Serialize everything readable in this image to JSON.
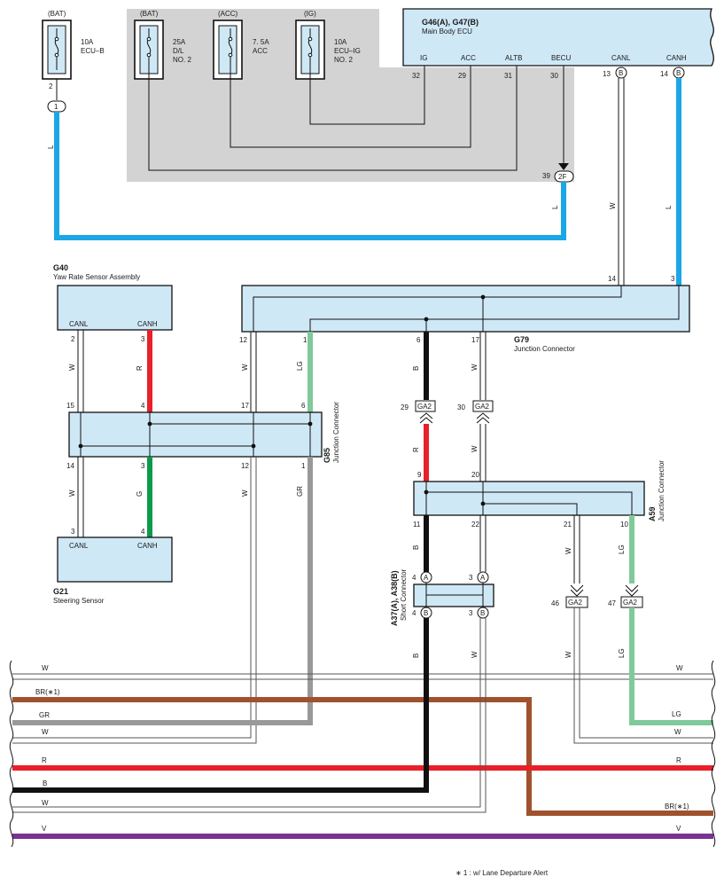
{
  "colors": {
    "L": "#1aa7e6",
    "R": "#e8202a",
    "B": "#111111",
    "G": "#0a9a4c",
    "LG": "#80c99a",
    "GR": "#999999",
    "BR": "#a0522d",
    "V": "#7b3294",
    "W": "#ffffff",
    "component_fill": "#cfe8f6",
    "shade": "#d3d3d3"
  },
  "fuses": [
    {
      "source": "(BAT)",
      "rating": "10A",
      "name1": "ECU–B",
      "name2": "",
      "name3": ""
    },
    {
      "source": "(BAT)",
      "rating": "25A",
      "name1": "D/L",
      "name2": "NO. 2",
      "name3": ""
    },
    {
      "source": "(ACC)",
      "rating": "7. 5A",
      "name1": "ACC",
      "name2": "",
      "name3": ""
    },
    {
      "source": "(IG)",
      "rating": "10A",
      "name1": "ECU–IG",
      "name2": "NO. 2",
      "name3": ""
    }
  ],
  "ecu": {
    "code": "G46(A), G47(B)",
    "name": "Main Body ECU",
    "terminals": [
      {
        "label": "IG",
        "pin": "32"
      },
      {
        "label": "ACC",
        "pin": "29"
      },
      {
        "label": "ALTB",
        "pin": "31"
      },
      {
        "label": "BECU",
        "pin": "30"
      },
      {
        "label": "CANL",
        "pin": "13",
        "conn": "B"
      },
      {
        "label": "CANH",
        "pin": "14",
        "conn": "B"
      }
    ],
    "becu_conn": {
      "pin": "39",
      "code": "2F"
    }
  },
  "ecub_conn": {
    "pin": "2",
    "code": "1"
  },
  "g40": {
    "code": "G40",
    "name": "Yaw Rate Sensor Assembly",
    "canl": "CANL",
    "canh": "CANH",
    "canl_pin": "2",
    "canh_pin": "3"
  },
  "g79": {
    "code": "G79",
    "name": "Junction Connector",
    "pins": {
      "p14": "14",
      "p3": "3",
      "p12": "12",
      "p1": "1",
      "p6": "6",
      "p17": "17"
    }
  },
  "g85": {
    "code": "G85",
    "name": "Junction Connector",
    "pins": {
      "p15": "15",
      "p4": "4",
      "p17": "17",
      "p6": "6",
      "p14": "14",
      "p3": "3",
      "p12": "12",
      "p1": "1"
    }
  },
  "g21": {
    "code": "G21",
    "name": "Steering Sensor",
    "canl": "CANL",
    "canh": "CANH",
    "canl_pin": "3",
    "canh_pin": "4"
  },
  "ga2": {
    "label": "GA2",
    "p29": "29",
    "p30": "30",
    "p46": "46",
    "p47": "47"
  },
  "a59": {
    "code": "A59",
    "name": "Junction Connector",
    "pins": {
      "p9": "9",
      "p20": "20",
      "p11": "11",
      "p22": "22",
      "p21": "21",
      "p10": "10"
    }
  },
  "a37": {
    "code": "A37(A), A38(B)",
    "name": "Short Connector",
    "pinA1": "4",
    "pinA2": "3",
    "pinB1": "4",
    "pinB2": "3",
    "connA": "A",
    "connB": "B"
  },
  "wire_labels": {
    "L": "L",
    "W": "W",
    "R": "R",
    "B": "B",
    "G": "G",
    "LG": "LG",
    "GR": "GR",
    "V": "V",
    "BR1": "BR(∗1)"
  },
  "footnote": "∗ 1 : w/ Lane Departure Alert"
}
